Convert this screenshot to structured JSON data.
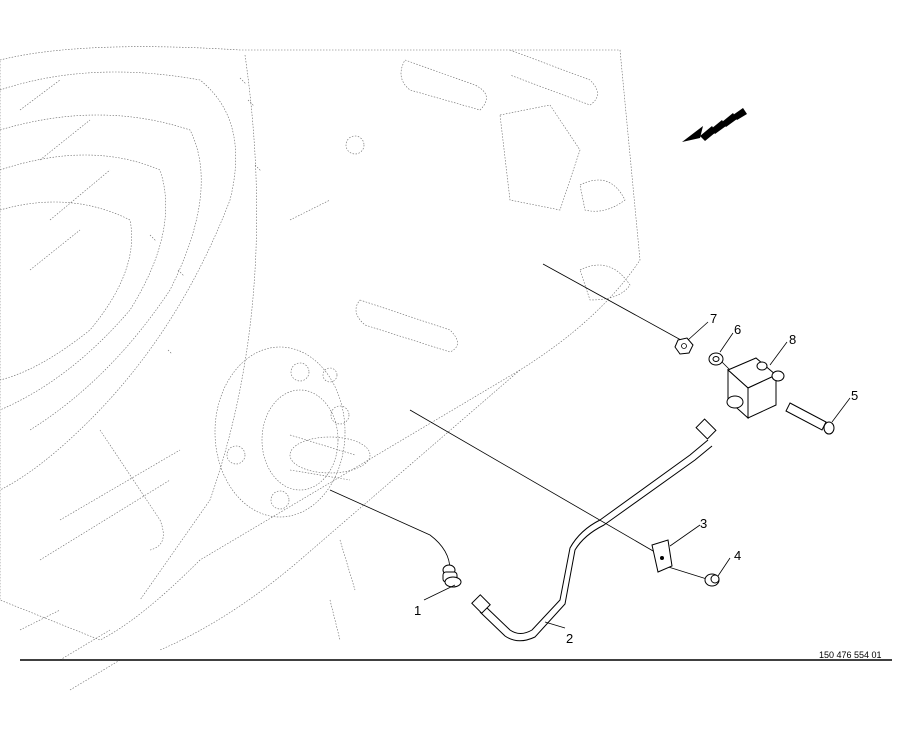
{
  "diagram": {
    "callouts": [
      {
        "id": "1",
        "label": "1"
      },
      {
        "id": "2",
        "label": "2"
      },
      {
        "id": "3",
        "label": "3"
      },
      {
        "id": "4",
        "label": "4"
      },
      {
        "id": "5",
        "label": "5"
      },
      {
        "id": "6",
        "label": "6"
      },
      {
        "id": "7",
        "label": "7"
      },
      {
        "id": "8",
        "label": "8"
      }
    ],
    "document_number": "150 476 554 01",
    "direction_arrow": "dashed-arrow-icon"
  }
}
